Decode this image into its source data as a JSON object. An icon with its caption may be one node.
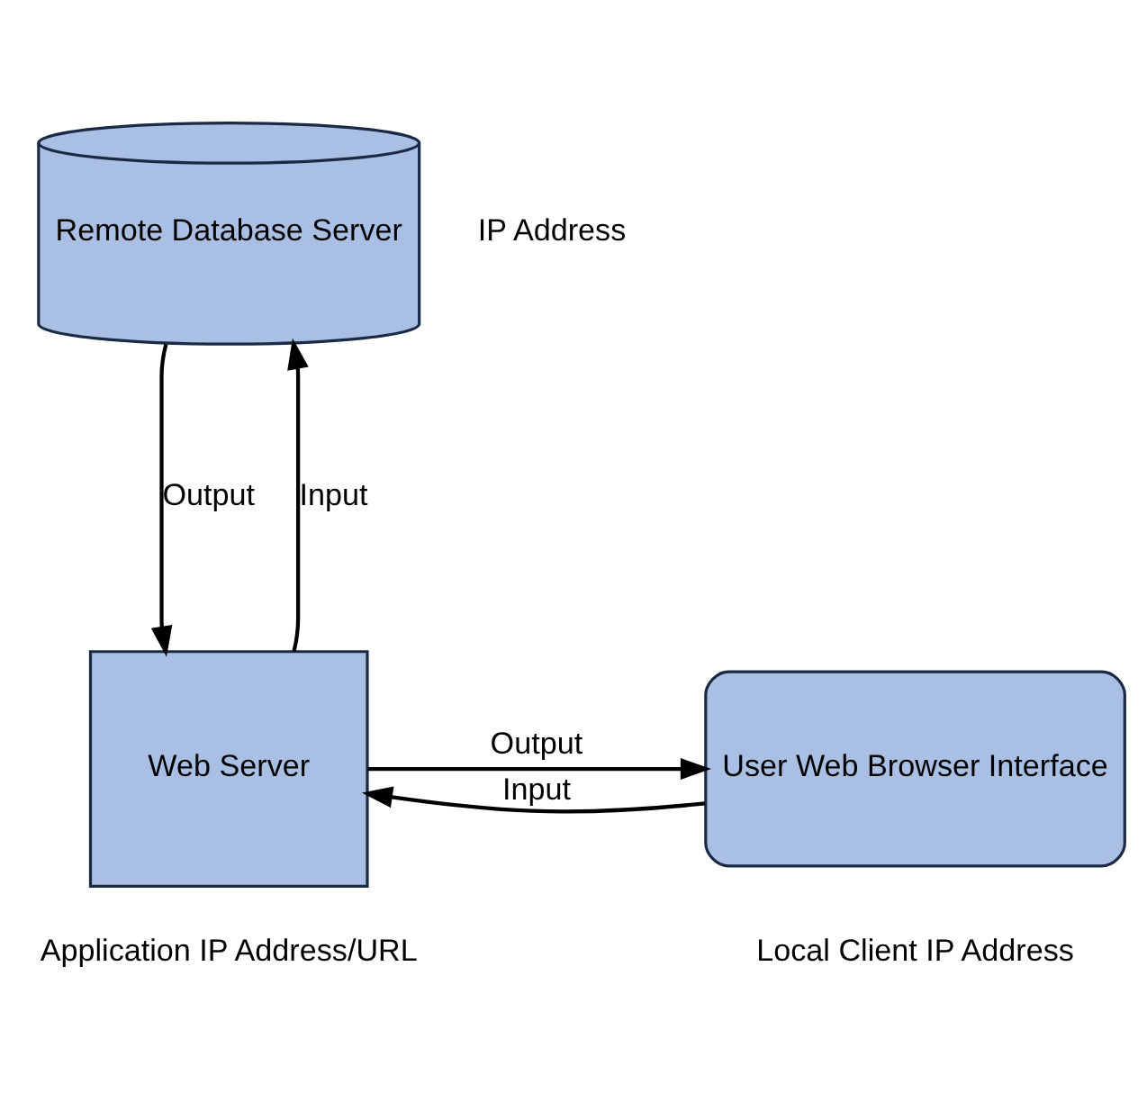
{
  "diagram": {
    "nodes": [
      {
        "text": [
          "Remote Database Server"
        ],
        "beside": [
          "IP Address"
        ]
      },
      {
        "text": [
          "Web Server"
        ],
        "beside": [
          "Application IP Address/URL"
        ]
      },
      {
        "text": [
          "User Web Browser Interface"
        ],
        "beside": [
          "Local Client IP Address"
        ]
      }
    ],
    "edges": [
      {
        "from": 0,
        "to": 1,
        "arrow": "to",
        "label": "Output"
      },
      {
        "from": 1,
        "to": 0,
        "arrow": "to",
        "label": "Input"
      },
      {
        "from": 2,
        "to": 1,
        "arrow": "to",
        "label": "Input"
      },
      {
        "from": 1,
        "to": 2,
        "arrow": "to",
        "label": "Output"
      }
    ]
  }
}
